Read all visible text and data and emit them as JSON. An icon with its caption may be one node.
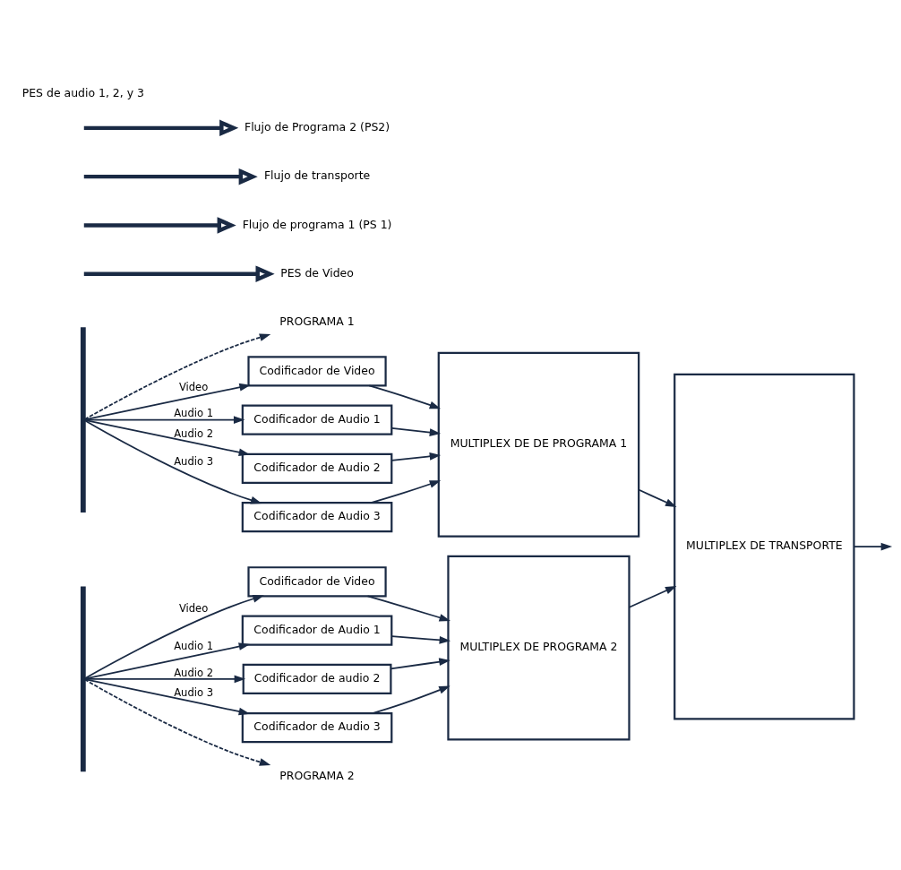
{
  "diagram": {
    "nodes": [
      {
        "text": [],
        "shape": "bar"
      },
      {
        "text": [
          "PROGRAMA 1"
        ]
      },
      {
        "text": [
          "PES de Video"
        ]
      },
      {
        "text": [
          "Flujo de programa 1 (PS 1)"
        ]
      },
      {
        "text": [
          "Flujo de transporte"
        ]
      },
      {
        "text": [
          "Codificador de Video"
        ]
      },
      {
        "text": [
          "Codificador de Audio 1"
        ]
      },
      {
        "text": [
          "Codificador de Audio 2"
        ]
      },
      {
        "text": [
          "Codificador de Audio 3"
        ]
      },
      {
        "text": [
          "MULTIPLEX DE DE PROGRAMA 1"
        ]
      },
      {
        "text": [
          "MULTIPLEX DE TRANSPORTE"
        ]
      },
      {
        "text": [],
        "shape": "bar"
      },
      {
        "text": [
          "Codificador de Video"
        ]
      },
      {
        "text": [
          "Codificador de Audio 1"
        ]
      },
      {
        "text": [
          "Codificador de audio 2"
        ]
      },
      {
        "text": [
          "Codificador de Audio 3"
        ]
      },
      {
        "text": [
          "MULTIPLEX DE PROGRAMA 2"
        ]
      },
      {
        "text": [
          "PROGRAMA 2"
        ]
      },
      {
        "text": [
          "Flujo de Programa 2 (PS2)"
        ]
      }
    ],
    "edges": [
      {
        "from": 0,
        "to": 1,
        "arrow": "to",
        "style": "dashed"
      },
      {
        "from": 0,
        "to": 5,
        "arrow": "to",
        "label": "Video"
      },
      {
        "from": 0,
        "to": 6,
        "arrow": "to",
        "label": "Audio 1"
      },
      {
        "from": 0,
        "to": 7,
        "arrow": "to",
        "label": "Audio 2"
      },
      {
        "from": 0,
        "to": 8,
        "arrow": "to",
        "label": "Audio 3"
      },
      {
        "from": 5,
        "to": 9,
        "arrow": "to"
      },
      {
        "from": 6,
        "to": 9,
        "arrow": "to"
      },
      {
        "from": 7,
        "to": 9,
        "arrow": "to"
      },
      {
        "from": 8,
        "to": 9,
        "arrow": "to"
      },
      {
        "from": null,
        "to": 2,
        "arrow": "to",
        "style": "thick"
      },
      {
        "from": null,
        "to": 3,
        "arrow": "to",
        "style": "thick"
      },
      {
        "from": null,
        "to": 4,
        "arrow": "to",
        "style": "thick"
      },
      {
        "from": 9,
        "to": 10,
        "arrow": "to"
      },
      {
        "from": 11,
        "to": 12,
        "arrow": "to",
        "label": "Video"
      },
      {
        "from": 11,
        "to": 13,
        "arrow": "to",
        "label": "Audio 1"
      },
      {
        "from": 11,
        "to": 14,
        "arrow": "to",
        "label": "Audio 2"
      },
      {
        "from": 11,
        "to": 15,
        "arrow": "to",
        "label": "Audio 3"
      },
      {
        "from": 12,
        "to": 16,
        "arrow": "to"
      },
      {
        "from": 13,
        "to": 16,
        "arrow": "to"
      },
      {
        "from": 14,
        "to": 16,
        "arrow": "to"
      },
      {
        "from": 15,
        "to": 16,
        "arrow": "to"
      },
      {
        "from": 16,
        "to": 10,
        "arrow": "to"
      },
      {
        "from": 10,
        "to": null,
        "arrow": "to"
      },
      {
        "from": 11,
        "to": 17,
        "arrow": "to",
        "style": "dashed"
      },
      {
        "from": null,
        "to": 18,
        "arrow": "to",
        "style": "thick"
      }
    ],
    "labels": [
      "PES de audio 1, 2, y 3"
    ]
  }
}
